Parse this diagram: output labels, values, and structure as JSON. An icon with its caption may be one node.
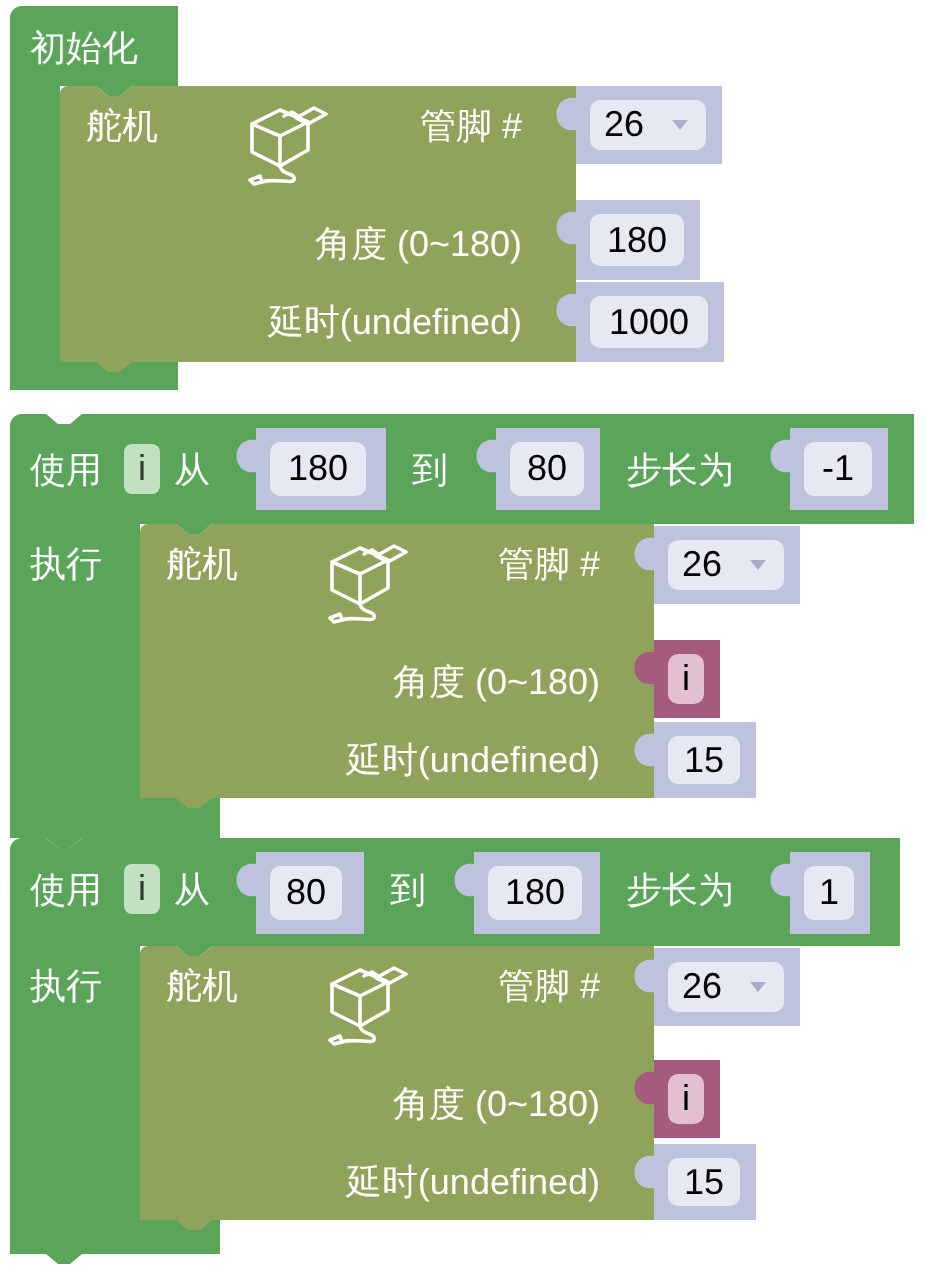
{
  "diagram": {
    "nodes": [
      {
        "text": [
          "初始化"
        ]
      },
      {
        "text": [
          "舵机",
          "管脚 #",
          "角度 (0~180)",
          "延时(undefined)"
        ]
      },
      {
        "text": [
          "26"
        ]
      },
      {
        "text": [
          "180"
        ]
      },
      {
        "text": [
          "1000"
        ]
      },
      {
        "text": [
          "使用",
          "从",
          "到",
          "步长为",
          "执行"
        ]
      },
      {
        "text": [
          "i"
        ],
        "in": 5
      },
      {
        "text": [
          "180"
        ],
        "in": 5
      },
      {
        "text": [
          "80"
        ],
        "in": 5
      },
      {
        "text": [
          "-1"
        ],
        "in": 5
      },
      {
        "text": [
          "舵机",
          "管脚 #",
          "角度 (0~180)",
          "延时(undefined)"
        ],
        "in": 5
      },
      {
        "text": [
          "26"
        ],
        "in": 5
      },
      {
        "text": [
          "i"
        ],
        "in": 5
      },
      {
        "text": [
          "15"
        ],
        "in": 5
      },
      {
        "text": [
          "使用",
          "从",
          "到",
          "步长为",
          "执行"
        ]
      },
      {
        "text": [
          "i"
        ],
        "in": 14
      },
      {
        "text": [
          "80"
        ],
        "in": 14
      },
      {
        "text": [
          "180"
        ],
        "in": 14
      },
      {
        "text": [
          "1"
        ],
        "in": 14
      },
      {
        "text": [
          "舵机",
          "管脚 #",
          "角度 (0~180)",
          "延时(undefined)"
        ],
        "in": 14
      },
      {
        "text": [
          "26"
        ],
        "in": 14
      },
      {
        "text": [
          "i"
        ],
        "in": 14
      },
      {
        "text": [
          "15"
        ],
        "in": 14
      }
    ]
  }
}
